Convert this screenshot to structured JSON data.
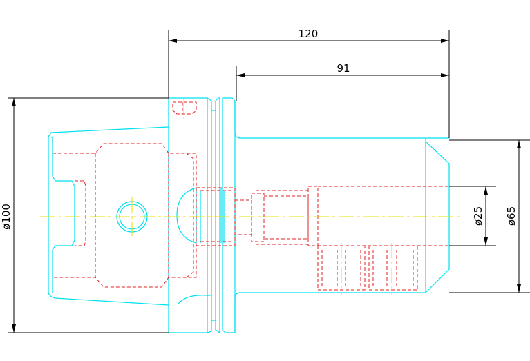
{
  "dimensions": {
    "total_length": "120",
    "gauge_length": "91",
    "flange_diameter": "ø100",
    "bore_diameter": "ø25",
    "nose_diameter": "ø65"
  },
  "colors": {
    "outline": "#00e0f0",
    "hidden": "#e02020",
    "centerline": "#e8e000",
    "dimension": "#000000"
  }
}
